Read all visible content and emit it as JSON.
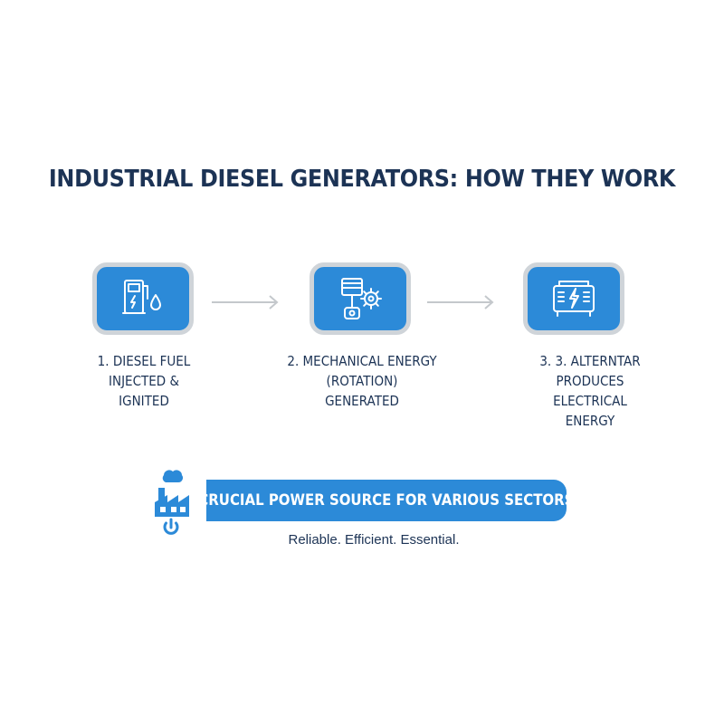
{
  "title": "INDUSTRIAL DIESEL GENERATORS: HOW THEY WORK",
  "steps": [
    {
      "icon": "fuel-pump-icon",
      "lines": [
        "1. DIESEL FUEL",
        "INJECTED &",
        "IGNITED"
      ]
    },
    {
      "icon": "piston-gear-icon",
      "lines": [
        "2. MECHANICAL ENERGY",
        "(ROTATION)",
        "GENERATED"
      ]
    },
    {
      "icon": "generator-icon",
      "lines": [
        "3. 3. ALTERNTAR PRODUCES",
        "ELECTRICAL",
        "ENERGY"
      ]
    }
  ],
  "banner": {
    "icon": "factory-power-icon",
    "text": "CRUCIAL POWER SOURCE FOR VARIOUS SECTORS"
  },
  "tagline": "Reliable. Efficient. Essential.",
  "colors": {
    "accent": "#2c8ad8",
    "text": "#1c3355",
    "icon_border": "#cfd4d9",
    "arrow": "#c4c8cc"
  }
}
